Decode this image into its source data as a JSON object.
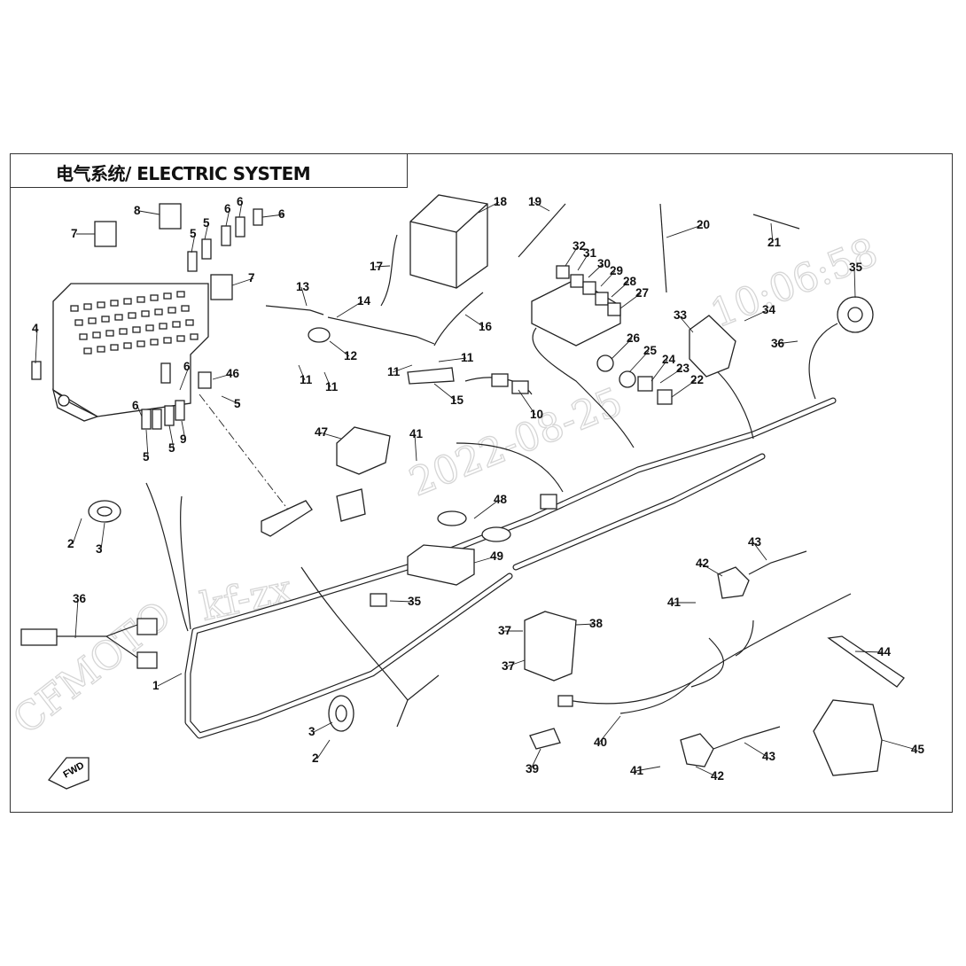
{
  "title": "电气系统/ ELECTRIC SYSTEM",
  "watermark": {
    "left": "CFMOTO",
    "middle": "kf-zx",
    "diagonal": "2022-08-25",
    "time": "10:06:58"
  },
  "fwd_label": "FWD",
  "callouts": [
    {
      "id": "c1",
      "label": "1"
    },
    {
      "id": "c2a",
      "label": "2"
    },
    {
      "id": "c2b",
      "label": "2"
    },
    {
      "id": "c3a",
      "label": "3"
    },
    {
      "id": "c3b",
      "label": "3"
    },
    {
      "id": "c4",
      "label": "4"
    },
    {
      "id": "c5a",
      "label": "5"
    },
    {
      "id": "c5b",
      "label": "5"
    },
    {
      "id": "c5c",
      "label": "5"
    },
    {
      "id": "c5d",
      "label": "5"
    },
    {
      "id": "c5e",
      "label": "5"
    },
    {
      "id": "c6a",
      "label": "6"
    },
    {
      "id": "c6b",
      "label": "6"
    },
    {
      "id": "c6c",
      "label": "6"
    },
    {
      "id": "c6d",
      "label": "6"
    },
    {
      "id": "c6e",
      "label": "6"
    },
    {
      "id": "c7a",
      "label": "7"
    },
    {
      "id": "c7b",
      "label": "7"
    },
    {
      "id": "c8",
      "label": "8"
    },
    {
      "id": "c9",
      "label": "9"
    },
    {
      "id": "c10",
      "label": "10"
    },
    {
      "id": "c11a",
      "label": "11"
    },
    {
      "id": "c11b",
      "label": "11"
    },
    {
      "id": "c11c",
      "label": "11"
    },
    {
      "id": "c11d",
      "label": "11"
    },
    {
      "id": "c12",
      "label": "12"
    },
    {
      "id": "c13",
      "label": "13"
    },
    {
      "id": "c14",
      "label": "14"
    },
    {
      "id": "c15",
      "label": "15"
    },
    {
      "id": "c16",
      "label": "16"
    },
    {
      "id": "c17",
      "label": "17"
    },
    {
      "id": "c18",
      "label": "18"
    },
    {
      "id": "c19",
      "label": "19"
    },
    {
      "id": "c20",
      "label": "20"
    },
    {
      "id": "c21",
      "label": "21"
    },
    {
      "id": "c22",
      "label": "22"
    },
    {
      "id": "c23",
      "label": "23"
    },
    {
      "id": "c24",
      "label": "24"
    },
    {
      "id": "c25",
      "label": "25"
    },
    {
      "id": "c26",
      "label": "26"
    },
    {
      "id": "c27",
      "label": "27"
    },
    {
      "id": "c28",
      "label": "28"
    },
    {
      "id": "c29",
      "label": "29"
    },
    {
      "id": "c30",
      "label": "30"
    },
    {
      "id": "c31",
      "label": "31"
    },
    {
      "id": "c32",
      "label": "32"
    },
    {
      "id": "c33",
      "label": "33"
    },
    {
      "id": "c34",
      "label": "34"
    },
    {
      "id": "c35a",
      "label": "35"
    },
    {
      "id": "c35b",
      "label": "35"
    },
    {
      "id": "c36a",
      "label": "36"
    },
    {
      "id": "c36b",
      "label": "36"
    },
    {
      "id": "c37a",
      "label": "37"
    },
    {
      "id": "c37b",
      "label": "37"
    },
    {
      "id": "c38",
      "label": "38"
    },
    {
      "id": "c39",
      "label": "39"
    },
    {
      "id": "c40",
      "label": "40"
    },
    {
      "id": "c41a",
      "label": "41"
    },
    {
      "id": "c41b",
      "label": "41"
    },
    {
      "id": "c41c",
      "label": "41"
    },
    {
      "id": "c42a",
      "label": "42"
    },
    {
      "id": "c42b",
      "label": "42"
    },
    {
      "id": "c43a",
      "label": "43"
    },
    {
      "id": "c43b",
      "label": "43"
    },
    {
      "id": "c44",
      "label": "44"
    },
    {
      "id": "c45",
      "label": "45"
    },
    {
      "id": "c46",
      "label": "46"
    },
    {
      "id": "c47",
      "label": "47"
    },
    {
      "id": "c48",
      "label": "48"
    },
    {
      "id": "c49",
      "label": "49"
    }
  ]
}
